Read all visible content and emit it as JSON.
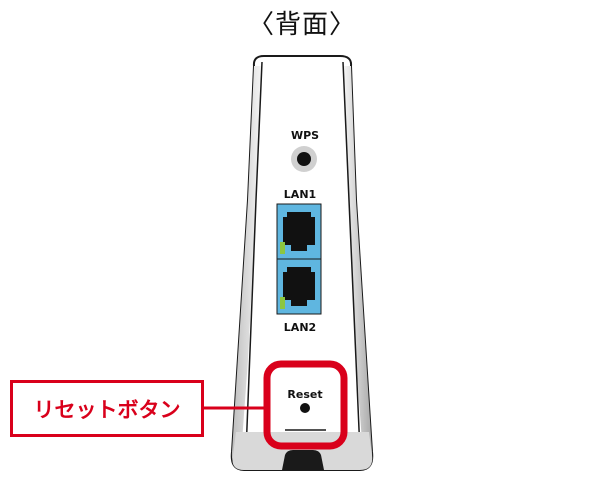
{
  "title": "〈背面〉",
  "ports": {
    "wps_label": "WPS",
    "lan1_label": "LAN1",
    "lan2_label": "LAN2",
    "reset_label": "Reset"
  },
  "callout": {
    "label": "リセットボタン",
    "color": "#d9001b"
  },
  "colors": {
    "port_blue": "#5fb6e0",
    "port_led": "#8cc63f"
  }
}
